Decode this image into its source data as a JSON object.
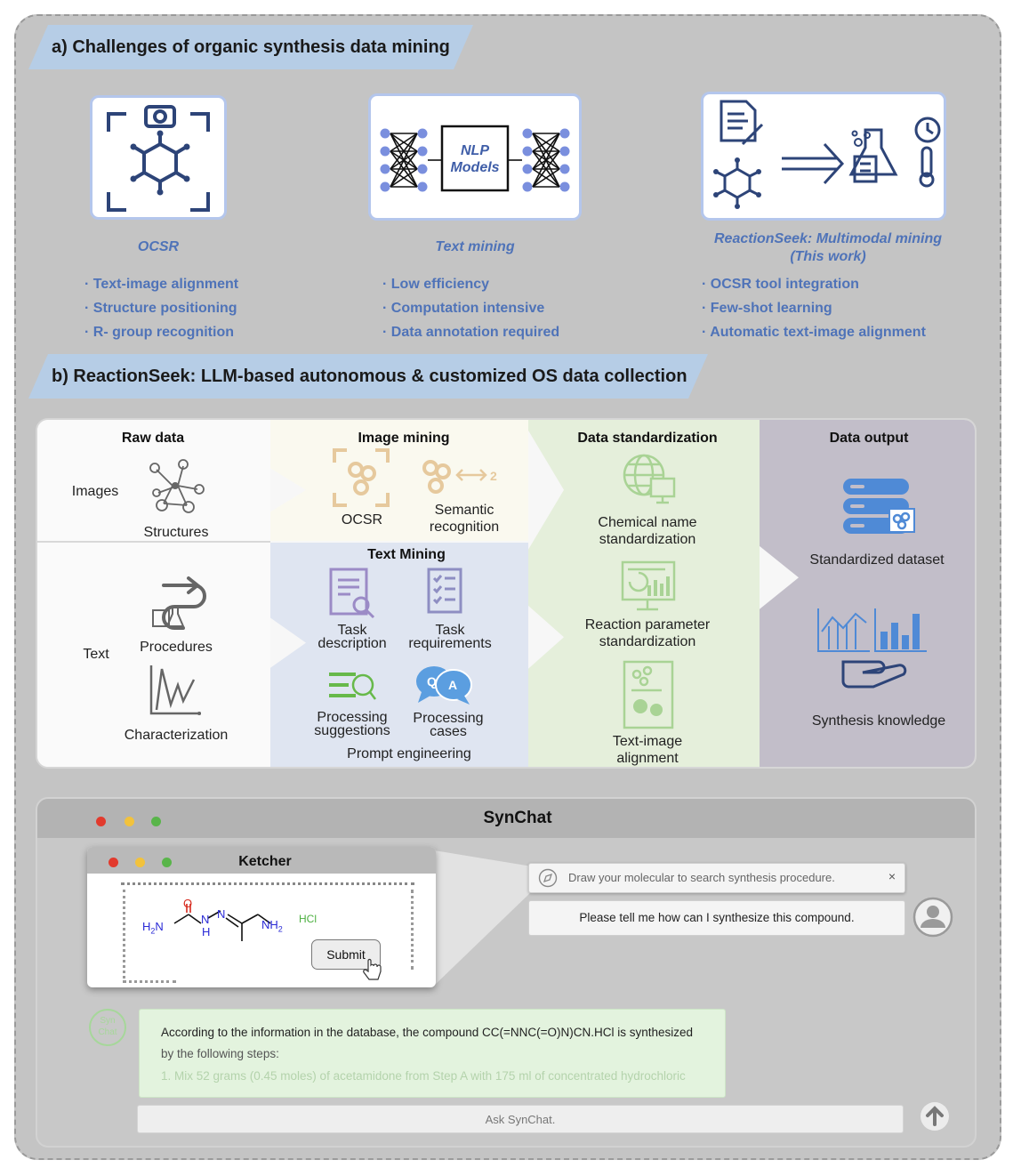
{
  "section_a": {
    "title": "a) Challenges of organic synthesis data mining",
    "columns": [
      {
        "caption": "OCSR",
        "bullets": [
          "Text-image alignment",
          "Structure positioning",
          "R- group recognition"
        ]
      },
      {
        "caption": "Text mining",
        "bullets": [
          "Low efficiency",
          "Computation intensive",
          "Data annotation required"
        ]
      },
      {
        "caption": "ReactionSeek: Multimodal mining\n(This work)",
        "bullets": [
          "OCSR tool integration",
          "Few-shot learning",
          "Automatic text-image alignment"
        ]
      }
    ],
    "nlp_label": "NLP\nModels"
  },
  "section_b": {
    "title": "b) ReactionSeek: LLM-based autonomous & customized OS data collection",
    "raw": {
      "header": "Raw data",
      "images": "Images",
      "structures": "Structures",
      "text": "Text",
      "procedures": "Procedures",
      "characterization": "Characterization"
    },
    "image_mining": {
      "header": "Image mining",
      "ocsr": "OCSR",
      "semantic": "Semantic\nrecognition",
      "arrow_num": "2"
    },
    "text_mining": {
      "header": "Text Mining",
      "task_desc": "Task\ndescription",
      "task_req": "Task\nrequirements",
      "proc_sugg": "Processing\nsuggestions",
      "proc_cases": "Processing\ncases",
      "footer": "Prompt engineering"
    },
    "standardization": {
      "header": "Data standardization",
      "chem": "Chemical name\nstandardization",
      "react": "Reaction parameter\nstandardization",
      "align": "Text-image\nalignment"
    },
    "output": {
      "header": "Data output",
      "dataset": "Standardized dataset",
      "knowledge": "Synthesis knowledge"
    }
  },
  "synchat": {
    "title": "SynChat",
    "ketcher": {
      "title": "Ketcher",
      "submit": "Submit",
      "hcl": "HCl",
      "atoms": {
        "o": "O",
        "n1": "N",
        "n2": "N",
        "h": "H",
        "nh2": "NH",
        "h2n": "H",
        "sub2": "2",
        "n_left": "N"
      }
    },
    "prompt_hint": "Draw your molecular to search synthesis procedure.",
    "close": "×",
    "user_message": "Please tell me how can I synthesize this compound.",
    "bot_avatar": "Syn\nChat",
    "bot_reply_line1": "According to the information in the database, the compound CC(=NNC(=O)N)CN.HCl is synthesized",
    "bot_reply_line2": "by the following steps:",
    "bot_reply_line3": "1.   Mix 52 grams (0.45 moles) of acetamidone from Step A with 175 ml of concentrated hydrochloric",
    "input_placeholder": "Ask SynChat."
  },
  "colors": {
    "banner": "#b6cde6",
    "accent_blue": "#4f73b8",
    "green": "#7cc46a",
    "text_tint": "#dfe5f1",
    "std_tint": "#e5efdb",
    "out_tint": "#c2bec9"
  }
}
